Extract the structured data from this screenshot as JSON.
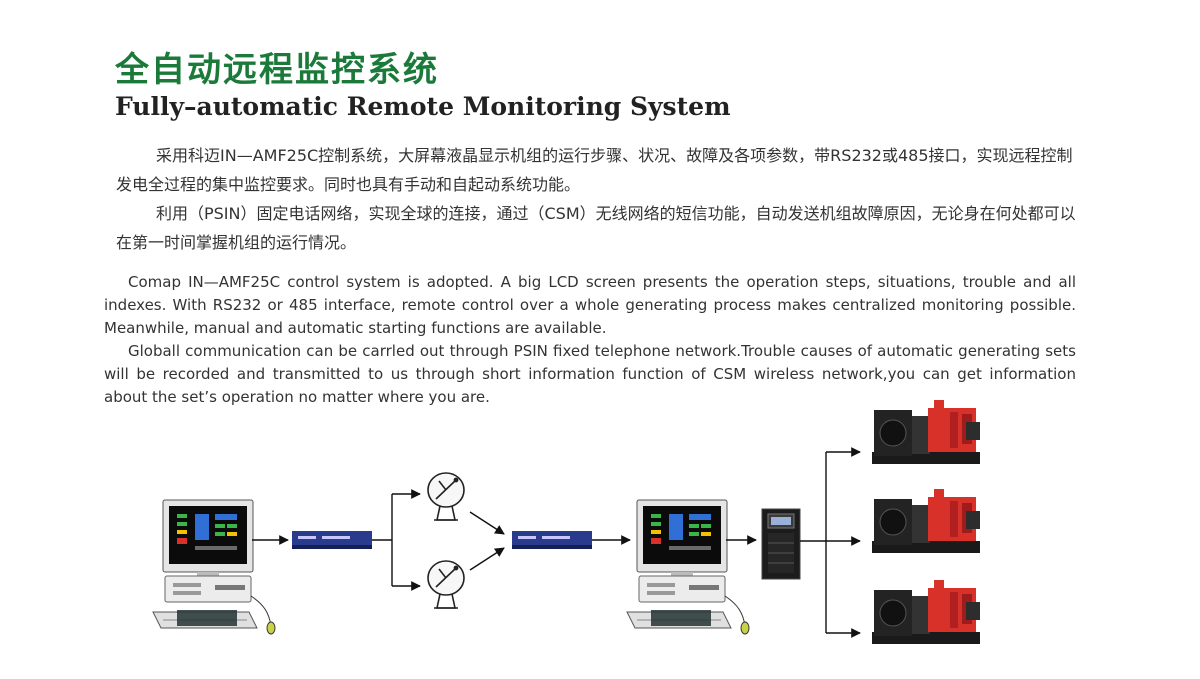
{
  "title_cn": "全自动远程监控系统",
  "title_en": "Fully–automatic Remote Monitoring System",
  "cn_paragraphs": [
    "采用科迈IN—AMF25C控制系统，大屏幕液晶显示机组的运行步骤、状况、故障及各项参数，带RS232或485接口，实现远程控制发电全过程的集中监控要求。同时也具有手动和自起动系统功能。",
    "利用（PSIN）固定电话网络，实现全球的连接，通过（CSM）无线网络的短信功能，自动发送机组故障原因，无论身在何处都可以在第一时间掌握机组的运行情况。"
  ],
  "en_paragraphs": [
    "Comap IN—AMF25C control system is adopted. A big LCD screen presents the operation steps, situations, trouble and all indexes. With RS232 or 485 interface, remote control over a whole generating process makes centralized monitoring possible. Meanwhile, manual and automatic starting functions are available.",
    "Globall communication can be carrled out through PSIN fixed telephone network.Trouble causes of automatic generating sets will be recorded and transmitted to us through short information function of CSM wireless network,you can get information about the set’s operation no matter where you are."
  ],
  "diagram_icons": [
    "computer-icon",
    "modem-icon",
    "satellite-dish-icon",
    "controller-cabinet-icon",
    "generator-icon"
  ],
  "colors": {
    "title_green": "#1b7a3a",
    "modem_blue": "#2a3a8c",
    "generator_red": "#d8312a"
  }
}
